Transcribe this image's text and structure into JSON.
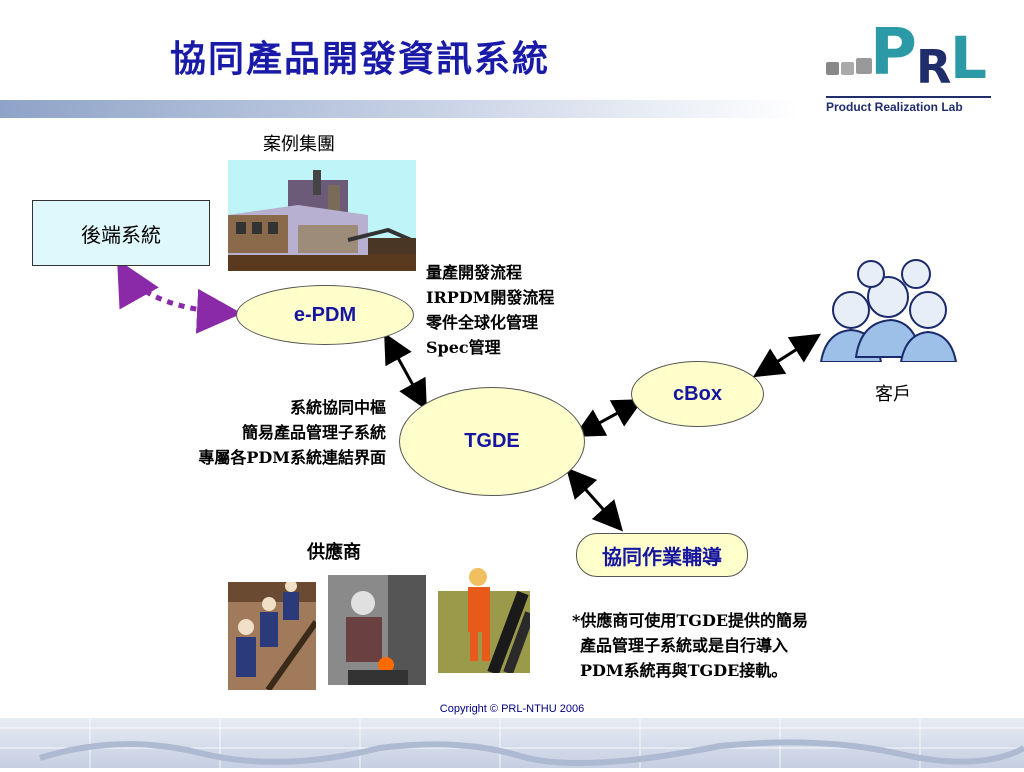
{
  "header": {
    "title": "協同產品開發資訊系統",
    "logo": {
      "letters": [
        "P",
        "R",
        "L"
      ],
      "subtitle": "Product Realization Lab"
    }
  },
  "diagram": {
    "backend_box": "後端系統",
    "case_group_label": "案例集團",
    "nodes": {
      "epdm": "e-PDM",
      "tgde": "TGDE",
      "cbox": "cBox",
      "coop": "協同作業輔導"
    },
    "epdm_notes": [
      "量產開發流程",
      "IRPDM開發流程",
      "零件全球化管理",
      "Spec管理"
    ],
    "tgde_notes": [
      "系統協同中樞",
      "簡易產品管理子系統",
      "專屬各PDM系統連結界面"
    ],
    "customer_label": "客戶",
    "supplier_label": "供應商",
    "supplier_note": [
      "*供應商可使用TGDE提供的簡易",
      "產品管理子系統或是自行導入",
      "PDM系統再與TGDE接軌。"
    ]
  },
  "footer": {
    "copyright": "Copyright © PRL-NTHU 2006"
  },
  "colors": {
    "title": "#1a1aa8",
    "node_fill": "#ffffcc",
    "node_text": "#1515a0",
    "box_fill": "#dff8fb",
    "dashed_arrow": "#8a2aa8"
  }
}
